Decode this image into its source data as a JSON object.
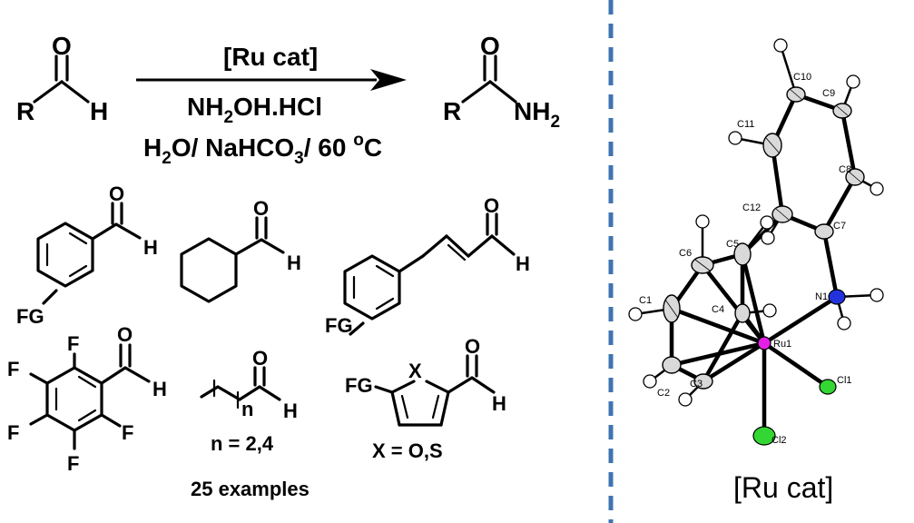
{
  "reaction": {
    "reactant_R": "R",
    "reactant_O": "O",
    "reactant_H": "H",
    "catalyst": "[Ru cat]",
    "reagent_main": "NH",
    "reagent_sub": "2",
    "reagent_tail": "OH.HCl",
    "cond_h": "H",
    "cond_h_sub": "2",
    "cond_mid": "O/ NaHCO",
    "cond_mid_sub": "3",
    "cond_temp": "/ 60 ",
    "cond_deg": "o",
    "cond_c": "C",
    "product_R": "R",
    "product_O": "O",
    "product_NH": "NH",
    "product_NH_sub": "2"
  },
  "substrates": {
    "fg1": "FG",
    "fg2": "FG",
    "fg3": "FG",
    "O": "O",
    "H": "H",
    "F": "F",
    "X": "X",
    "n": "n",
    "alkyl_note": "n = 2,4",
    "hetero_note": "X = O,S",
    "count": "25 examples"
  },
  "structure": {
    "title": "[Ru cat]",
    "atoms": [
      "C10",
      "C9",
      "C11",
      "C8",
      "C12",
      "C7",
      "C6",
      "C5",
      "N1",
      "C1",
      "C4",
      "Ru1",
      "Cl1",
      "C2",
      "C3",
      "Cl2"
    ]
  },
  "colors": {
    "divider": "#3f74b0",
    "ru": "#e61ee6",
    "cl": "#33d633",
    "n": "#2233dd"
  }
}
